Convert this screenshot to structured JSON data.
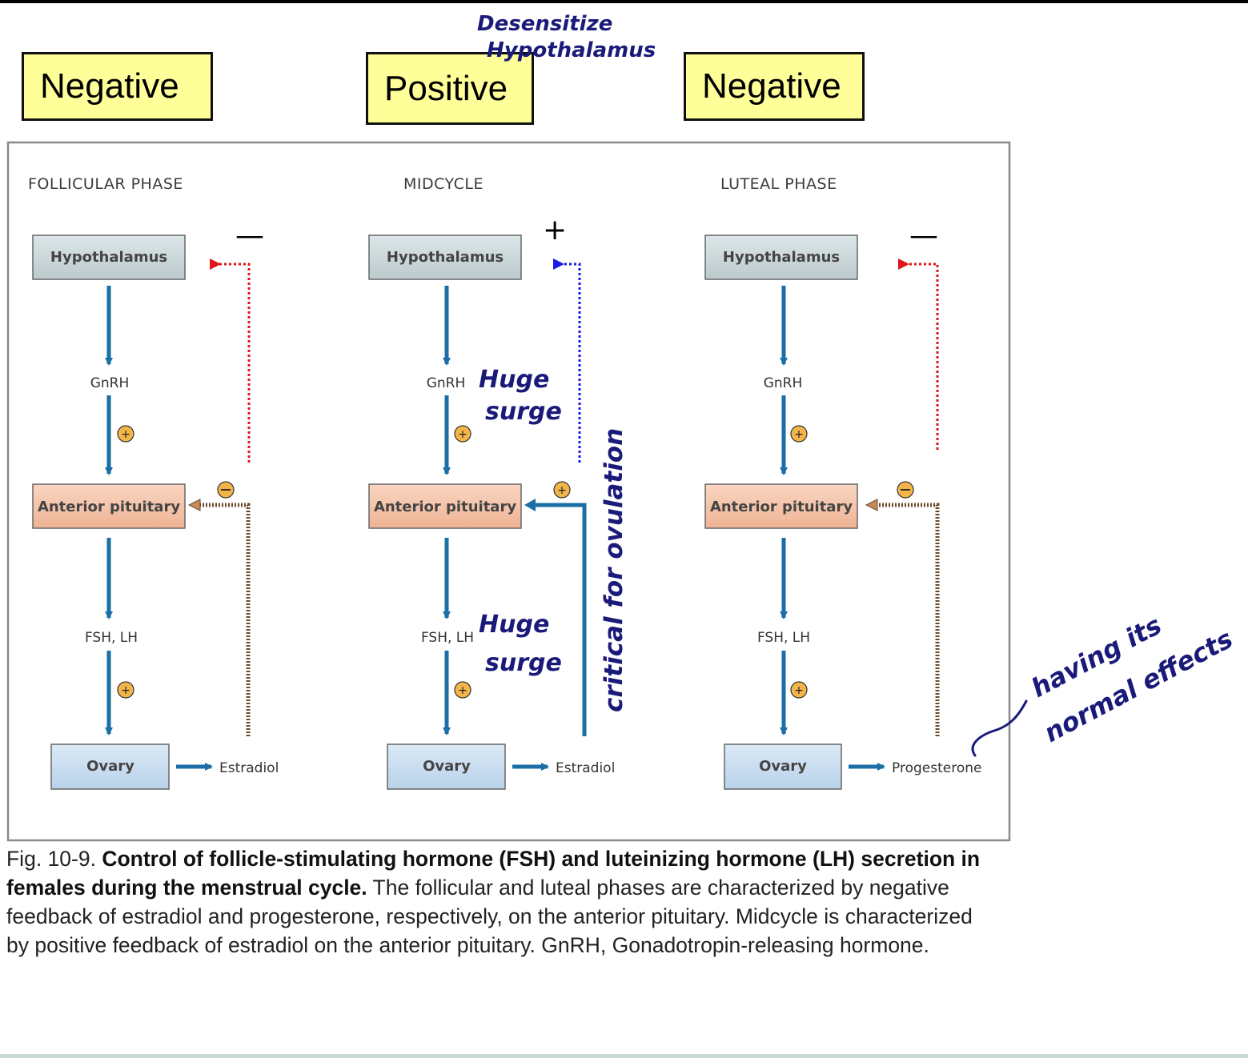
{
  "labels": {
    "left": "Negative",
    "middle": "Positive",
    "right": "Negative"
  },
  "phases": {
    "follicular": {
      "title": "FOLLICULAR PHASE",
      "feedback_sign": "—",
      "hypothalamus": "Hypothalamus",
      "gnrh": "GnRH",
      "pituitary": "Anterior pituitary",
      "fsh_lh": "FSH, LH",
      "ovary": "Ovary",
      "hormone": "Estradiol"
    },
    "midcycle": {
      "title": "MIDCYCLE",
      "feedback_sign": "+",
      "hypothalamus": "Hypothalamus",
      "gnrh": "GnRH",
      "pituitary": "Anterior pituitary",
      "fsh_lh": "FSH, LH",
      "ovary": "Ovary",
      "hormone": "Estradiol"
    },
    "luteal": {
      "title": "LUTEAL PHASE",
      "feedback_sign": "—",
      "hypothalamus": "Hypothalamus",
      "gnrh": "GnRH",
      "pituitary": "Anterior pituitary",
      "fsh_lh": "FSH, LH",
      "ovary": "Ovary",
      "hormone": "Progesterone"
    }
  },
  "handwriting": {
    "desensitize_1": "Desensitize",
    "desensitize_2": "Hypothalamus",
    "surge_gnrh_1": "Huge",
    "surge_gnrh_2": "surge",
    "surge_fsh_1": "Huge",
    "surge_fsh_2": "surge",
    "critical": "critical for ovulation",
    "normal_1": "having its",
    "normal_2": "normal effects"
  },
  "caption": {
    "prefix": "Fig. 10-9. ",
    "bold": "Control of follicle-stimulating hormone (FSH) and luteinizing hormone (LH) secretion in females during the menstrual cycle.",
    "text": " The follicular and luteal phases are characterized by negative feedback of estradiol and progesterone, respectively, on the anterior pituitary. Midcycle is characterized by positive feedback of estradiol on the anterior pituitary. GnRH, Gonadotropin-releasing hormone."
  },
  "colors": {
    "label_bg": "#ffff99",
    "hypothalamus_box": "#cdd9dc",
    "pituitary_box": "#f5c4a8",
    "ovary_box": "#c9ddf0",
    "arrow_blue": "#1b6ea6",
    "feedback_red": "#e0161a",
    "feedback_blue": "#1a1ae6",
    "handwriting": "#1a1a7a"
  }
}
